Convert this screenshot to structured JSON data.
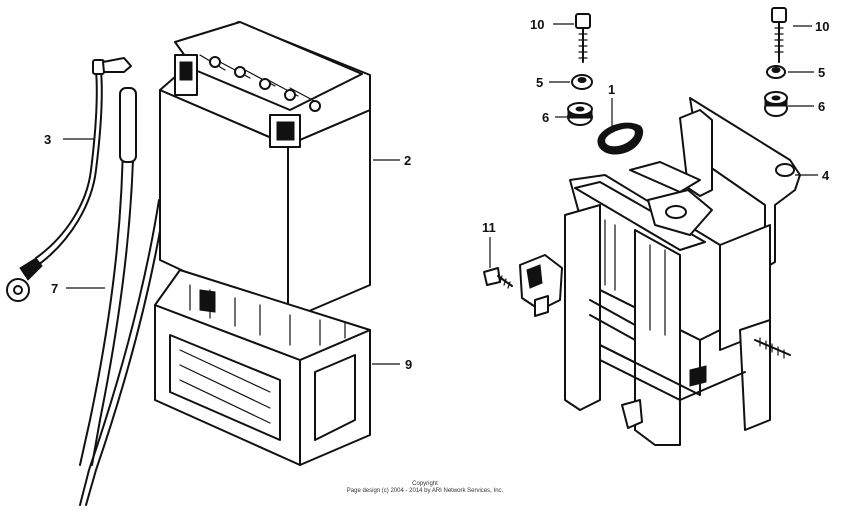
{
  "callouts": {
    "c1": "1",
    "c2": "2",
    "c3": "3",
    "c4": "4",
    "c5a": "5",
    "c5b": "5",
    "c6a": "6",
    "c6b": "6",
    "c7": "7",
    "c9": "9",
    "c10a": "10",
    "c10b": "10",
    "c11": "11"
  },
  "footer": {
    "line1": "Copyright",
    "line2": "Page design (c) 2004 - 2014 by ARI Network Services, Inc."
  }
}
